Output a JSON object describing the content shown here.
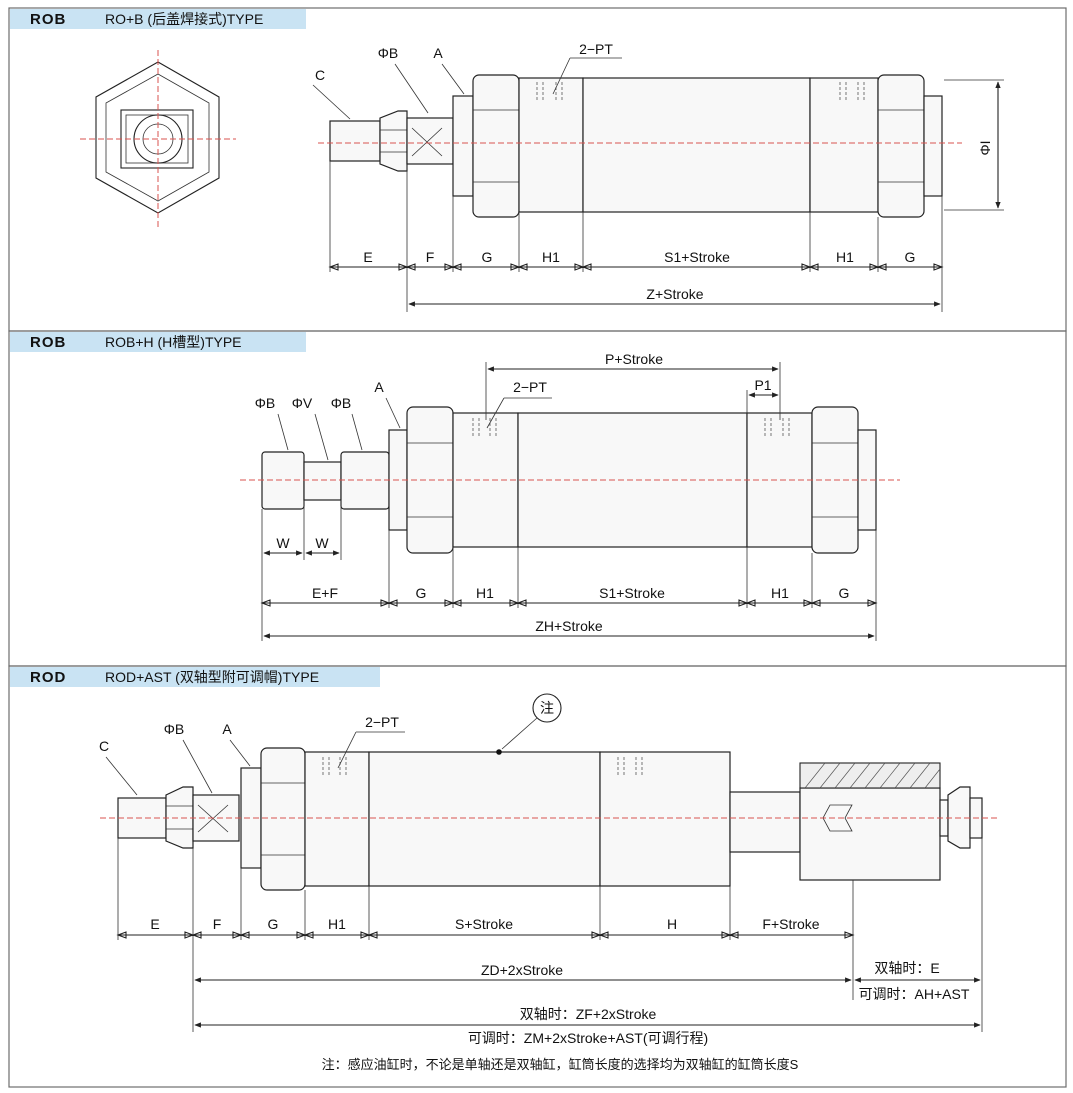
{
  "panels": [
    {
      "code": "ROB",
      "title": "RO+B (后盖焊接式)TYPE"
    },
    {
      "code": "ROB",
      "title": "ROB+H (H槽型)TYPE"
    },
    {
      "code": "ROD",
      "title": "ROD+AST (双轴型附可调帽)TYPE"
    }
  ],
  "labels": {
    "c": "C",
    "phi_b": "ΦB",
    "phi_v": "ΦV",
    "a": "A",
    "pt": "2−PT",
    "phi_i": "ΦI",
    "e": "E",
    "f": "F",
    "g": "G",
    "h1": "H1",
    "h": "H",
    "s1_stroke": "S1+Stroke",
    "s_stroke": "S+Stroke",
    "z_stroke": "Z+Stroke",
    "p_stroke": "P+Stroke",
    "p1": "P1",
    "w": "W",
    "e_f": "E+F",
    "zh_stroke": "ZH+Stroke",
    "f_stroke": "F+Stroke",
    "zd": "ZD+2xStroke",
    "dual_e": "双轴时：E",
    "adj_ah": "可调时：AH+AST",
    "dual_zf": "双轴时：ZF+2xStroke",
    "adj_zm": "可调时：ZM+2xStroke+AST(可调行程)",
    "note_mark": "注",
    "footnote": "注：感应油缸时，不论是单轴还是双轴缸，缸筒长度的选择均为双轴缸的缸筒长度S"
  }
}
